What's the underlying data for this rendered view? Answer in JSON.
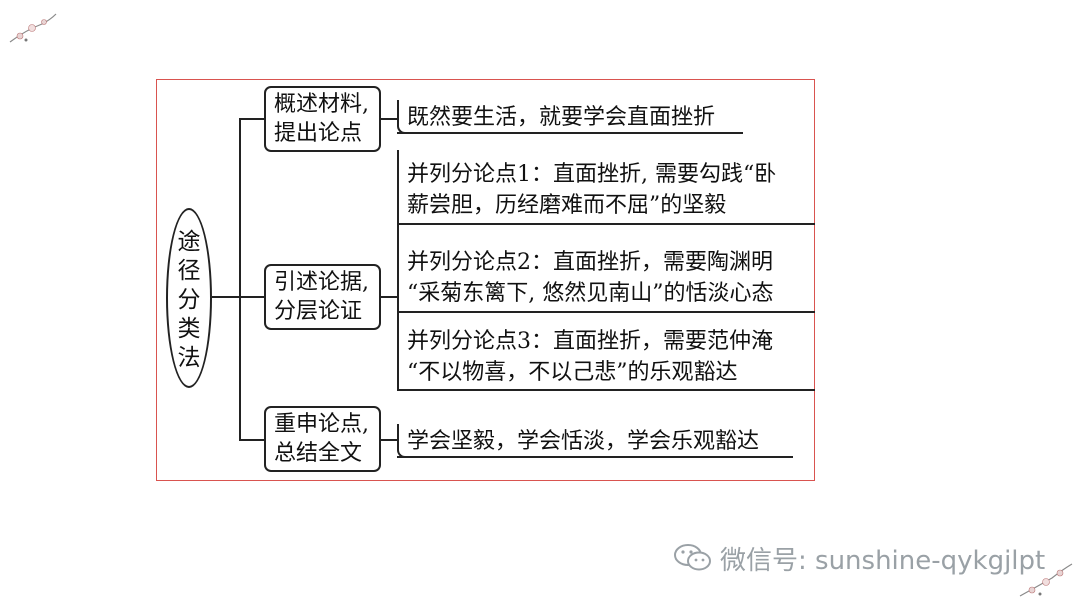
{
  "root": {
    "label": [
      "途",
      "径",
      "分",
      "类",
      "法"
    ]
  },
  "branches": [
    {
      "label_line1": "概述材料,",
      "label_line2": "提出论点",
      "content": "既然要生活，就要学会直面挫折"
    },
    {
      "label_line1": "引述论据,",
      "label_line2": "分层论证",
      "points": [
        {
          "line1": "并列分论点1：直面挫折, 需要勾践“卧",
          "line2": "薪尝胆，历经磨难而不屈”的坚毅"
        },
        {
          "line1": "并列分论点2：直面挫折，需要陶渊明",
          "line2": "“采菊东篱下, 悠然见南山”的恬淡心态"
        },
        {
          "line1": "并列分论点3：直面挫折，需要范仲淹",
          "line2": "“不以物喜，不以己悲”的乐观豁达"
        }
      ]
    },
    {
      "label_line1": "重申论点,",
      "label_line2": "总结全文",
      "content": "学会坚毅，学会恬淡，学会乐观豁达"
    }
  ],
  "watermark": {
    "text": "微信号: sunshine-qykgjlpt",
    "icon": "wechat-icon"
  }
}
